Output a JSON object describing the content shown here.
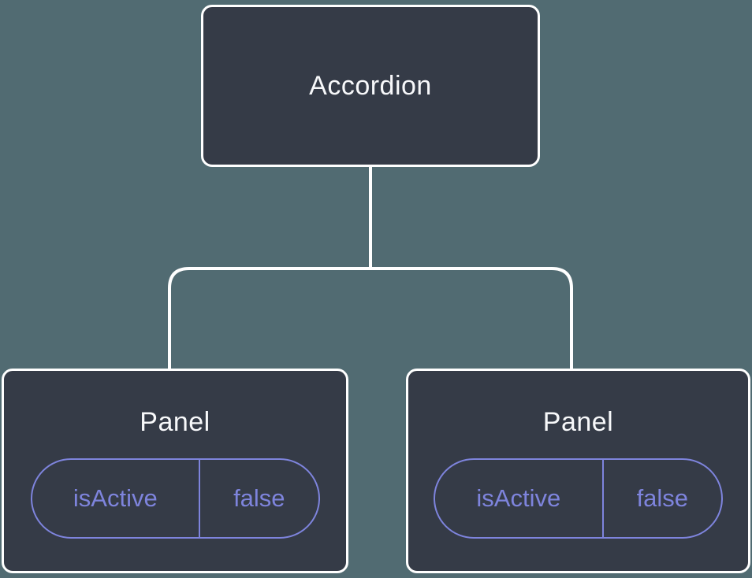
{
  "colors": {
    "bg": "#516b72",
    "node-bg": "#353b47",
    "line": "#ffffff",
    "text": "#f7f8fa",
    "accent": "#7e84dd"
  },
  "tree": {
    "root": {
      "label": "Accordion"
    },
    "children": [
      {
        "label": "Panel",
        "state": {
          "key": "isActive",
          "value": "false"
        }
      },
      {
        "label": "Panel",
        "state": {
          "key": "isActive",
          "value": "false"
        }
      }
    ]
  }
}
